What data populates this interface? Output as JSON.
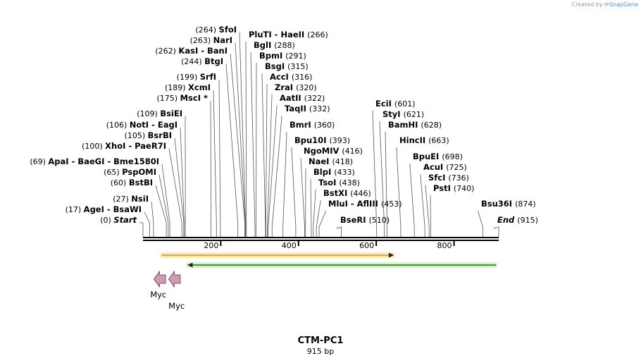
{
  "credit": {
    "prefix": "Created by",
    "brand": "SnapGene"
  },
  "title": "CTM-PC1",
  "subtitle": "915 bp",
  "sequence_length": 915,
  "ruler_ticks": [
    {
      "value": 200,
      "label": "200"
    },
    {
      "value": 400,
      "label": "400"
    },
    {
      "value": 600,
      "label": "600"
    },
    {
      "value": 800,
      "label": "800"
    }
  ],
  "enzymes": [
    {
      "name": "SfoI",
      "pos": 264,
      "pos_label": "(264)",
      "side": "left"
    },
    {
      "name": "NarI",
      "pos": 263,
      "pos_label": "(263)",
      "side": "left"
    },
    {
      "name": "KasI - BanI",
      "pos": 262,
      "pos_label": "(262)",
      "side": "left"
    },
    {
      "name": "BtgI",
      "pos": 244,
      "pos_label": "(244)",
      "side": "left"
    },
    {
      "name": "SrfI",
      "pos": 199,
      "pos_label": "(199)",
      "side": "left"
    },
    {
      "name": "XcmI",
      "pos": 189,
      "pos_label": "(189)",
      "side": "left"
    },
    {
      "name": "MscI *",
      "pos": 175,
      "pos_label": "(175)",
      "side": "left"
    },
    {
      "name": "BsiEI",
      "pos": 109,
      "pos_label": "(109)",
      "side": "left"
    },
    {
      "name": "NotI - EagI",
      "pos": 106,
      "pos_label": "(106)",
      "side": "left"
    },
    {
      "name": "BsrBI",
      "pos": 105,
      "pos_label": "(105)",
      "side": "left"
    },
    {
      "name": "XhoI - PaeR7I",
      "pos": 100,
      "pos_label": "(100)",
      "side": "left"
    },
    {
      "name": "ApaI - BaeGI - Bme1580I",
      "pos": 69,
      "pos_label": "(69)",
      "side": "left"
    },
    {
      "name": "PspOMI",
      "pos": 65,
      "pos_label": "(65)",
      "side": "left"
    },
    {
      "name": "BstBI",
      "pos": 60,
      "pos_label": "(60)",
      "side": "left"
    },
    {
      "name": "NsiI",
      "pos": 27,
      "pos_label": "(27)",
      "side": "left"
    },
    {
      "name": "AgeI - BsaWI",
      "pos": 17,
      "pos_label": "(17)",
      "side": "left"
    },
    {
      "name": "Start",
      "pos": 0,
      "pos_label": "(0)",
      "side": "left",
      "italic": true
    },
    {
      "name": "PluTI - HaeII",
      "pos": 266,
      "pos_label": "(266)",
      "side": "right"
    },
    {
      "name": "BglI",
      "pos": 288,
      "pos_label": "(288)",
      "side": "right"
    },
    {
      "name": "BpmI",
      "pos": 291,
      "pos_label": "(291)",
      "side": "right"
    },
    {
      "name": "BsgI",
      "pos": 315,
      "pos_label": "(315)",
      "side": "right"
    },
    {
      "name": "AccI",
      "pos": 316,
      "pos_label": "(316)",
      "side": "right"
    },
    {
      "name": "ZraI",
      "pos": 320,
      "pos_label": "(320)",
      "side": "right"
    },
    {
      "name": "AatII",
      "pos": 322,
      "pos_label": "(322)",
      "side": "right"
    },
    {
      "name": "TaqII",
      "pos": 332,
      "pos_label": "(332)",
      "side": "right"
    },
    {
      "name": "BmrI",
      "pos": 360,
      "pos_label": "(360)",
      "side": "right"
    },
    {
      "name": "Bpu10I",
      "pos": 393,
      "pos_label": "(393)",
      "side": "right"
    },
    {
      "name": "NgoMIV",
      "pos": 416,
      "pos_label": "(416)",
      "side": "right"
    },
    {
      "name": "NaeI",
      "pos": 418,
      "pos_label": "(418)",
      "side": "right"
    },
    {
      "name": "BlpI",
      "pos": 433,
      "pos_label": "(433)",
      "side": "right"
    },
    {
      "name": "TsoI",
      "pos": 438,
      "pos_label": "(438)",
      "side": "right"
    },
    {
      "name": "BstXI",
      "pos": 446,
      "pos_label": "(446)",
      "side": "right"
    },
    {
      "name": "MluI - AflIII",
      "pos": 453,
      "pos_label": "(453)",
      "side": "right"
    },
    {
      "name": "BseRI",
      "pos": 510,
      "pos_label": "(510)",
      "side": "right"
    },
    {
      "name": "EciI",
      "pos": 601,
      "pos_label": "(601)",
      "side": "right"
    },
    {
      "name": "StyI",
      "pos": 621,
      "pos_label": "(621)",
      "side": "right"
    },
    {
      "name": "BamHI",
      "pos": 628,
      "pos_label": "(628)",
      "side": "right"
    },
    {
      "name": "HincII",
      "pos": 663,
      "pos_label": "(663)",
      "side": "right"
    },
    {
      "name": "BpuEI",
      "pos": 698,
      "pos_label": "(698)",
      "side": "right"
    },
    {
      "name": "AcuI",
      "pos": 725,
      "pos_label": "(725)",
      "side": "right"
    },
    {
      "name": "SfcI",
      "pos": 736,
      "pos_label": "(736)",
      "side": "right"
    },
    {
      "name": "PstI",
      "pos": 740,
      "pos_label": "(740)",
      "side": "right"
    },
    {
      "name": "Bsu36I",
      "pos": 874,
      "pos_label": "(874)",
      "side": "right"
    },
    {
      "name": "End",
      "pos": 915,
      "pos_label": "(915)",
      "side": "right",
      "italic": true
    }
  ],
  "features": [
    {
      "type": "arrow",
      "direction": "forward",
      "start": 48,
      "end": 645,
      "fill": "#f5a623",
      "highlight": "#fde9c0"
    },
    {
      "type": "arrow",
      "direction": "reverse",
      "start": 115,
      "end": 908,
      "fill": "#3c9b2f",
      "highlight": "#d9f2c7"
    },
    {
      "type": "tag",
      "label": "Myc",
      "start": 28,
      "end": 58,
      "fill": "#d09ab4",
      "row": 0
    },
    {
      "type": "tag",
      "label": "Myc",
      "start": 66,
      "end": 96,
      "fill": "#d09ab4",
      "row": 1
    }
  ]
}
